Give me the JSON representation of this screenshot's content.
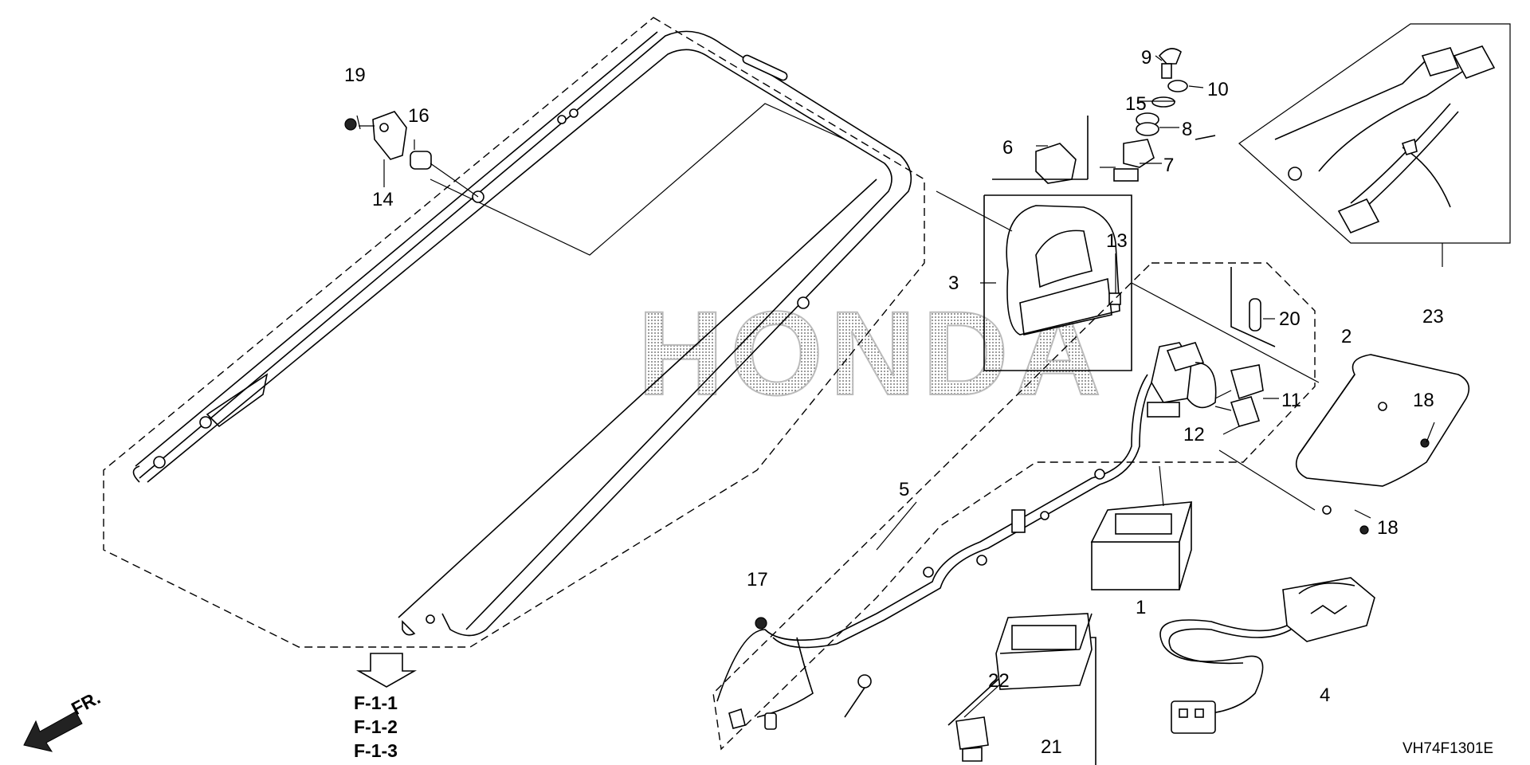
{
  "callouts": [
    {
      "id": "1",
      "label": "1"
    },
    {
      "id": "2",
      "label": "2"
    },
    {
      "id": "3",
      "label": "3"
    },
    {
      "id": "4",
      "label": "4"
    },
    {
      "id": "5",
      "label": "5"
    },
    {
      "id": "6",
      "label": "6"
    },
    {
      "id": "7",
      "label": "7"
    },
    {
      "id": "8",
      "label": "8"
    },
    {
      "id": "9",
      "label": "9"
    },
    {
      "id": "10",
      "label": "10"
    },
    {
      "id": "11",
      "label": "11"
    },
    {
      "id": "12",
      "label": "12"
    },
    {
      "id": "13",
      "label": "13"
    },
    {
      "id": "14",
      "label": "14"
    },
    {
      "id": "15",
      "label": "15"
    },
    {
      "id": "16",
      "label": "16"
    },
    {
      "id": "17",
      "label": "17"
    },
    {
      "id": "18a",
      "label": "18"
    },
    {
      "id": "18b",
      "label": "18"
    },
    {
      "id": "19",
      "label": "19"
    },
    {
      "id": "20",
      "label": "20"
    },
    {
      "id": "21",
      "label": "21"
    },
    {
      "id": "22",
      "label": "22"
    },
    {
      "id": "23",
      "label": "23"
    }
  ],
  "references": [
    "F-1-1",
    "F-1-2",
    "F-1-3"
  ],
  "front_label": "FR.",
  "watermark": "HONDA",
  "diagram_code": "VH74F1301E",
  "icons": [
    "front-direction-arrow-icon",
    "reference-arrow-icon"
  ]
}
